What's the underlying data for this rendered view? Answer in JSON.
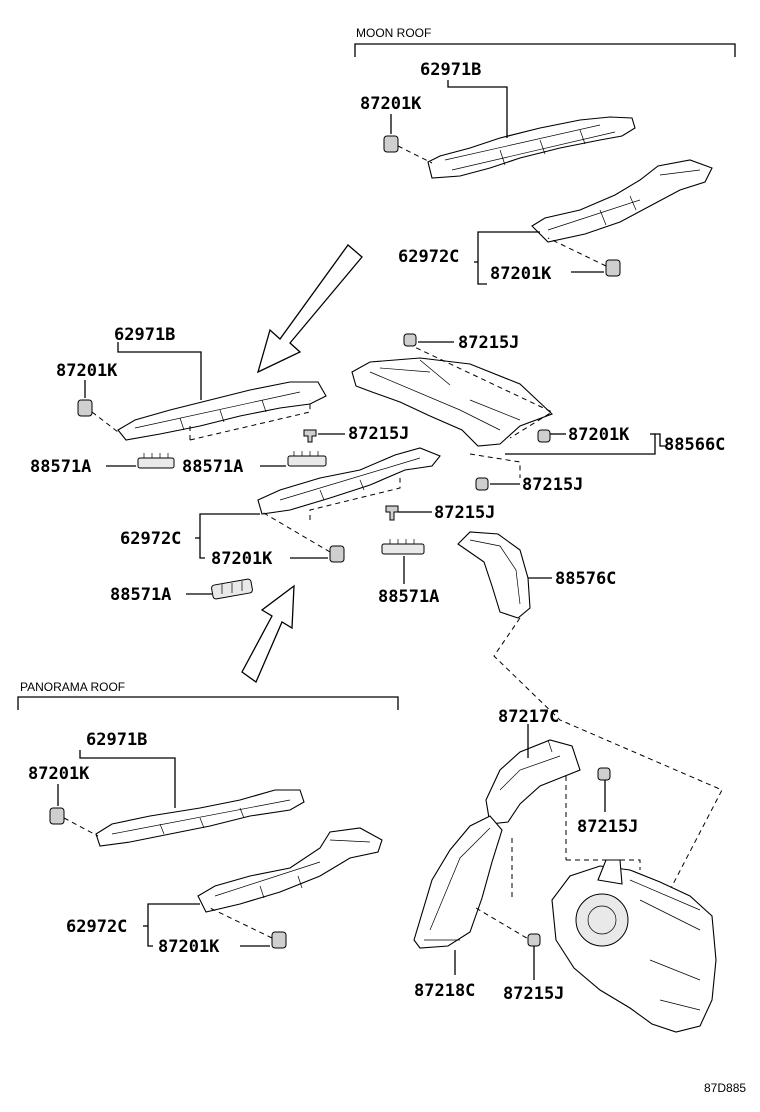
{
  "sections": {
    "moon_roof": "MOON ROOF",
    "panorama_roof": "PANORAMA ROOF"
  },
  "diagram_code": "87D885",
  "labels": {
    "mr_62971B": "62971B",
    "mr_87201K_a": "87201K",
    "mr_62972C": "62972C",
    "mr_87201K_b": "87201K",
    "std_62971B": "62971B",
    "std_87201K_a": "87201K",
    "std_87215J_a": "87215J",
    "std_88571A_a": "88571A",
    "std_88571A_b": "88571A",
    "std_62972C": "62972C",
    "std_87201K_b": "87201K",
    "std_88571A_c": "88571A",
    "duct_87215J_top": "87215J",
    "duct_87201K": "87201K",
    "duct_88566C": "88566C",
    "duct_87215J_mid": "87215J",
    "duct_87215J_low": "87215J",
    "duct_88571A": "88571A",
    "duct_88576C": "88576C",
    "pr_62971B": "62971B",
    "pr_87201K_a": "87201K",
    "pr_62972C": "62972C",
    "pr_87201K_b": "87201K",
    "hvac_87217C": "87217C",
    "hvac_87215J_a": "87215J",
    "hvac_87218C": "87218C",
    "hvac_87215J_b": "87215J"
  }
}
